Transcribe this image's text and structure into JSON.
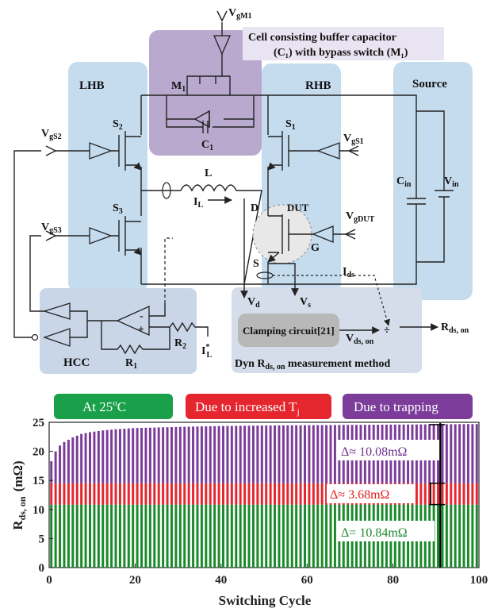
{
  "circuit": {
    "blocks": {
      "lhb": "LHB",
      "rhb": "RHB",
      "source": "Source",
      "hcc": "HCC",
      "cell_line1": "Cell consisting buffer capacitor",
      "cell_line2": "(C₁) with bypass switch (M₁)",
      "clamp": "Clamping circuit[21]",
      "method": "Dyn R",
      "method_sub": "ds, on",
      "method_tail": " measurement method"
    },
    "labels": {
      "vgm1": "V",
      "vgm1_sub": "gM1",
      "m1": "M",
      "m1_sub": "1",
      "c1": "C",
      "c1_sub": "1",
      "s2": "S",
      "s2_sub": "2",
      "s3": "S",
      "s3_sub": "3",
      "s1": "S",
      "s1_sub": "1",
      "vgs2": "V",
      "vgs2_sub": "gS2",
      "vgs3": "V",
      "vgs3_sub": "gS3",
      "vgs1": "V",
      "vgs1_sub": "gS1",
      "l": "L",
      "il": "I",
      "il_sub": "L",
      "d": "D",
      "dut": "DUT",
      "g": "G",
      "s": "S",
      "vgdut": "V",
      "vgdut_sub": "gDUT",
      "cin": "C",
      "cin_sub": "in",
      "vin": "V",
      "vin_sub": "in",
      "ids": "I",
      "ids_sub": "ds",
      "vd": "V",
      "vd_sub": "d",
      "vs": "V",
      "vs_sub": "s",
      "vdson": "V",
      "vdson_sub": "ds, on",
      "div": "÷",
      "rdson": "R",
      "rdson_sub": "ds, on",
      "r1": "R",
      "r1_sub": "1",
      "r2": "R",
      "r2_sub": "2",
      "iref": "I",
      "iref_sup": "*",
      "iref_sub": "L",
      "minus": "-",
      "plus": "+"
    }
  },
  "legend": {
    "at25": "At 25°C",
    "at25_main": "At 25",
    "at25_sup": "o",
    "at25_tail": "C",
    "tj_main": "Due to increased T",
    "tj_sub": "j",
    "trap": "Due to trapping"
  },
  "annotations": {
    "trap": "Δ≈ 10.08mΩ",
    "tj": "Δ≈ 3.68mΩ",
    "base": "Δ= 10.84mΩ"
  },
  "chart_data": {
    "type": "bar",
    "xlabel": "Switching Cycle",
    "ylabel": "R",
    "ylabel_sub": "ds, on",
    "ylabel_unit": "(mΩ)",
    "xlim": [
      0,
      100
    ],
    "ylim": [
      0,
      25
    ],
    "xticks": [
      0,
      20,
      40,
      60,
      80,
      100
    ],
    "yticks": [
      0,
      5,
      10,
      15,
      20,
      25
    ],
    "n_cycles": 100,
    "stacked_components": [
      {
        "name": "At 25°C",
        "value": 10.84,
        "color": "#1a8a2a"
      },
      {
        "name": "Due to increased Tj",
        "value": 3.68,
        "color": "#e5262f"
      },
      {
        "name": "Due to trapping",
        "final_value": 10.08,
        "color": "#7b3c9a"
      }
    ],
    "total_profile": [
      [
        1,
        18.3
      ],
      [
        2,
        20.0
      ],
      [
        3,
        21.0
      ],
      [
        4,
        21.6
      ],
      [
        5,
        22.0
      ],
      [
        6,
        22.4
      ],
      [
        7,
        22.7
      ],
      [
        8,
        23.0
      ],
      [
        10,
        23.3
      ],
      [
        13,
        23.6
      ],
      [
        16,
        23.8
      ],
      [
        20,
        24.0
      ],
      [
        25,
        24.1
      ],
      [
        30,
        24.2
      ],
      [
        40,
        24.35
      ],
      [
        50,
        24.45
      ],
      [
        60,
        24.5
      ],
      [
        70,
        24.55
      ],
      [
        80,
        24.6
      ],
      [
        100,
        24.7
      ]
    ],
    "marker_x": 91
  }
}
